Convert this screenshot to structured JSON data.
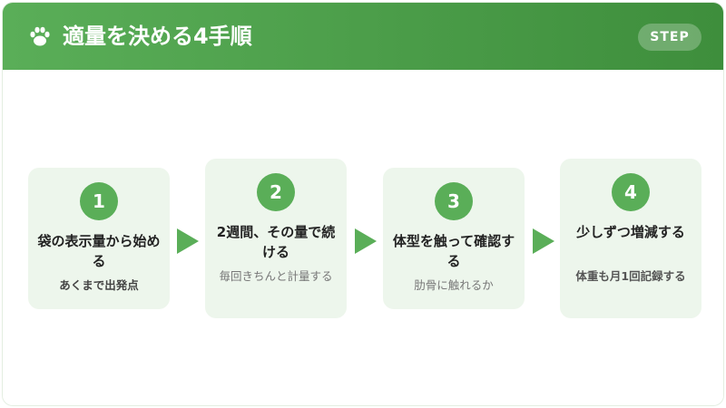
{
  "header": {
    "title": "適量を決める4手順",
    "badge": "STEP",
    "icon": "paw-icon"
  },
  "steps": [
    {
      "number": "1",
      "title": "袋の表示量から始める",
      "subtitle": "あくまで出発点"
    },
    {
      "number": "2",
      "title": "2週間、その量で続ける",
      "subtitle": "毎回きちんと計量する"
    },
    {
      "number": "3",
      "title": "体型を触って確認する",
      "subtitle": "肋骨に触れるか"
    },
    {
      "number": "4",
      "title": "少しずつ増減する",
      "subtitle": "体重も月1回記録する"
    }
  ],
  "colors": {
    "accent": "#5aae58",
    "accent_dark": "#3e8e3c",
    "card_bg": "#edf6ec"
  }
}
